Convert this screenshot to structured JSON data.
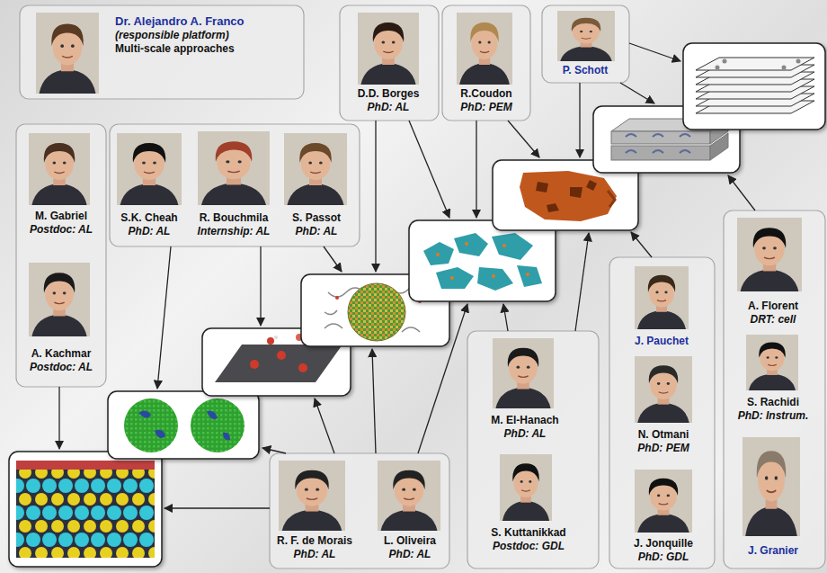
{
  "diagram": {
    "nodes": [
      {
        "text": [
          "Dr. Alejandro A. Franco",
          "(responsible platform)",
          "Multi-scale approaches"
        ]
      },
      {
        "text": [
          "D.D. Borges",
          "PhD: AL"
        ]
      },
      {
        "text": [
          "R.Coudon",
          "PhD: PEM"
        ]
      },
      {
        "text": [
          "P. Schott"
        ]
      },
      {
        "text": [
          "M. Gabriel",
          "Postdoc: AL"
        ]
      },
      {
        "text": [
          "A. Kachmar",
          "Postdoc: AL"
        ]
      },
      {
        "text": [
          "S.K. Cheah",
          "PhD: AL"
        ]
      },
      {
        "text": [
          "R. Bouchmila",
          "Internship: AL"
        ]
      },
      {
        "text": [
          "S. Passot",
          "PhD: AL"
        ]
      },
      {
        "text": [
          "R. F. de Morais",
          "PhD: AL"
        ]
      },
      {
        "text": [
          "L. Oliveira",
          "PhD: AL"
        ]
      },
      {
        "text": [
          "M. El-Hanach",
          "PhD: AL"
        ]
      },
      {
        "text": [
          "S. Kuttanikkad",
          "Postdoc: GDL"
        ]
      },
      {
        "text": [
          "J. Pauchet"
        ]
      },
      {
        "text": [
          "N. Otmani",
          "PhD: PEM"
        ]
      },
      {
        "text": [
          "J. Jonquille",
          "PhD: GDL"
        ]
      },
      {
        "text": [
          "A. Florent",
          "DRT: cell"
        ]
      },
      {
        "text": [
          "S. Rachidi",
          "PhD: Instrum."
        ]
      },
      {
        "text": [
          "J. Granier"
        ]
      }
    ]
  }
}
